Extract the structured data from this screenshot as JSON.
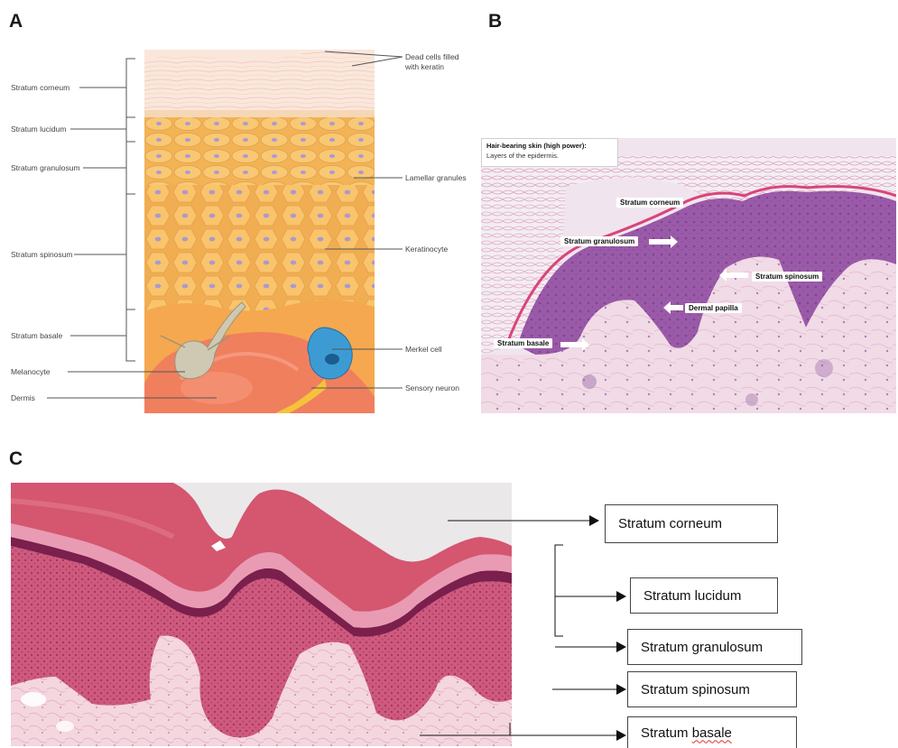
{
  "panels": {
    "a": {
      "letter": "A",
      "left_labels": {
        "corneum": "Stratum corneum",
        "lucidum": "Stratum lucidum",
        "granulosum": "Stratum granulosum",
        "spinosum": "Stratum spinosum",
        "basale": "Stratum basale",
        "melanocyte": "Melanocyte",
        "dermis": "Dermis"
      },
      "right_labels": {
        "dead_cells_line1": "Dead cells filled",
        "dead_cells_line2": "with keratin",
        "lamellar": "Lamellar granules",
        "keratinocyte": "Keratinocyte",
        "merkel": "Merkel cell",
        "sensory": "Sensory neuron"
      }
    },
    "b": {
      "letter": "B",
      "caption_title": "Hair-bearing skin (high power):",
      "caption_sub": "Layers of the epidermis.",
      "labels": {
        "corneum": "Stratum corneum",
        "granulosum": "Stratum granulosum",
        "spinosum": "Stratum spinosum",
        "papilla": "Dermal papilla",
        "basale": "Stratum basale"
      }
    },
    "c": {
      "letter": "C",
      "boxes": {
        "corneum": "Stratum corneum",
        "lucidum": "Stratum lucidum",
        "granulosum": "Stratum granulosum",
        "spinosum": "Stratum spinosum",
        "basale_part1": "Stratum ",
        "basale_part2": "basale"
      }
    }
  },
  "colors": {
    "corneum_a": "#f8e4d6",
    "keratinocyte": "#f3b962",
    "dermis": "#f07f5e",
    "merkel": "#3d9bd4",
    "melanocyte": "#cfc8b3",
    "he_pink": "#e87a9a",
    "he_purple": "#8a4d9e"
  }
}
